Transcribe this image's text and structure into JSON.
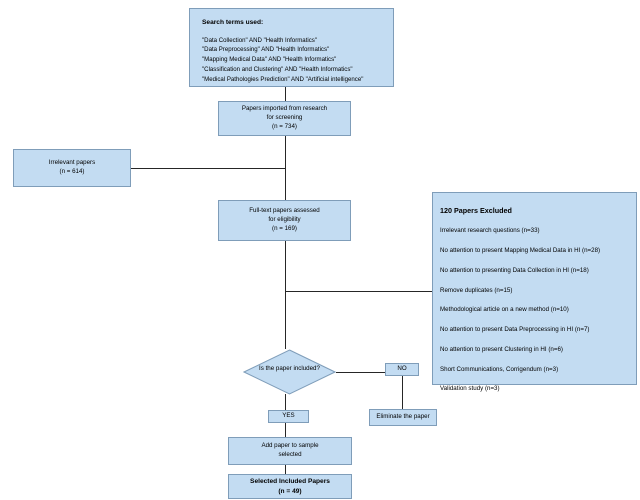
{
  "diagram": {
    "title": "Study selection flowchart",
    "colors": {
      "box_fill": "#c3dcf2",
      "box_border": "#7f9db9",
      "connector": "#262626",
      "text": "#000000"
    }
  },
  "search_terms": {
    "title": "Search terms used:",
    "terms": [
      "\"Data Collection\" AND \"Health Informatics\"",
      "\"Data Preprocessing\" AND \"Health Informatics\"",
      "\"Mapping Medical Data\" AND \"Health Informatics\"",
      "\"Classification and Clustering\" AND \"Health Informatics\"",
      "\"Medical Pathologies Prediction\" AND \"Artificial intelligence\""
    ]
  },
  "nodes": {
    "imported": {
      "line1": "Papers imported from research",
      "line2": "for screening",
      "line3": "(n = 734)"
    },
    "irrelevant": {
      "line1": "Irrelevant papers",
      "line2": "(n = 614)"
    },
    "fulltext": {
      "line1": "Full-text papers assessed",
      "line2": "for eligibility",
      "line3": "(n = 169)"
    },
    "decision": {
      "label": "Is the paper included?"
    },
    "no_label": "NO",
    "yes_label": "YES",
    "eliminate": {
      "label": "Eliminate the paper"
    },
    "add_paper": {
      "line1": "Add paper to sample",
      "line2": "selected"
    },
    "selected": {
      "line1": "Selected Included Papers",
      "line2": "(n = 49)"
    }
  },
  "excluded": {
    "title": "120 Papers Excluded",
    "reasons": [
      "Irrelevant research questions (n=33)",
      "No attention to present Mapping Medical Data in HI (n=28)",
      "No attention to presenting Data Collection in HI (n=18)",
      "Remove duplicates (n=15)",
      "Methodological article on a new method (n=10)",
      "No attention to present Data Preprocessing in HI (n=7)",
      "No attention to present Clustering in HI (n=6)",
      "Short Communications, Corrigendum (n=3)",
      "Validation study (n=3)"
    ]
  },
  "chart_data": {
    "type": "table",
    "title": "PRISMA-style study selection counts",
    "categories": [
      "Papers imported from research for screening",
      "Irrelevant papers",
      "Full-text papers assessed for eligibility",
      "Papers excluded",
      "Selected Included Papers"
    ],
    "values": [
      734,
      614,
      169,
      120,
      49
    ],
    "exclusion_reasons": {
      "categories": [
        "Irrelevant research questions",
        "No attention to present Mapping Medical Data in HI",
        "No attention to presenting Data Collection in HI",
        "Remove duplicates",
        "Methodological article on a new method",
        "No attention to present Data Preprocessing in HI",
        "No attention to present Clustering in HI",
        "Short Communications, Corrigendum",
        "Validation study"
      ],
      "values": [
        33,
        28,
        18,
        15,
        10,
        7,
        6,
        3,
        3
      ]
    }
  }
}
